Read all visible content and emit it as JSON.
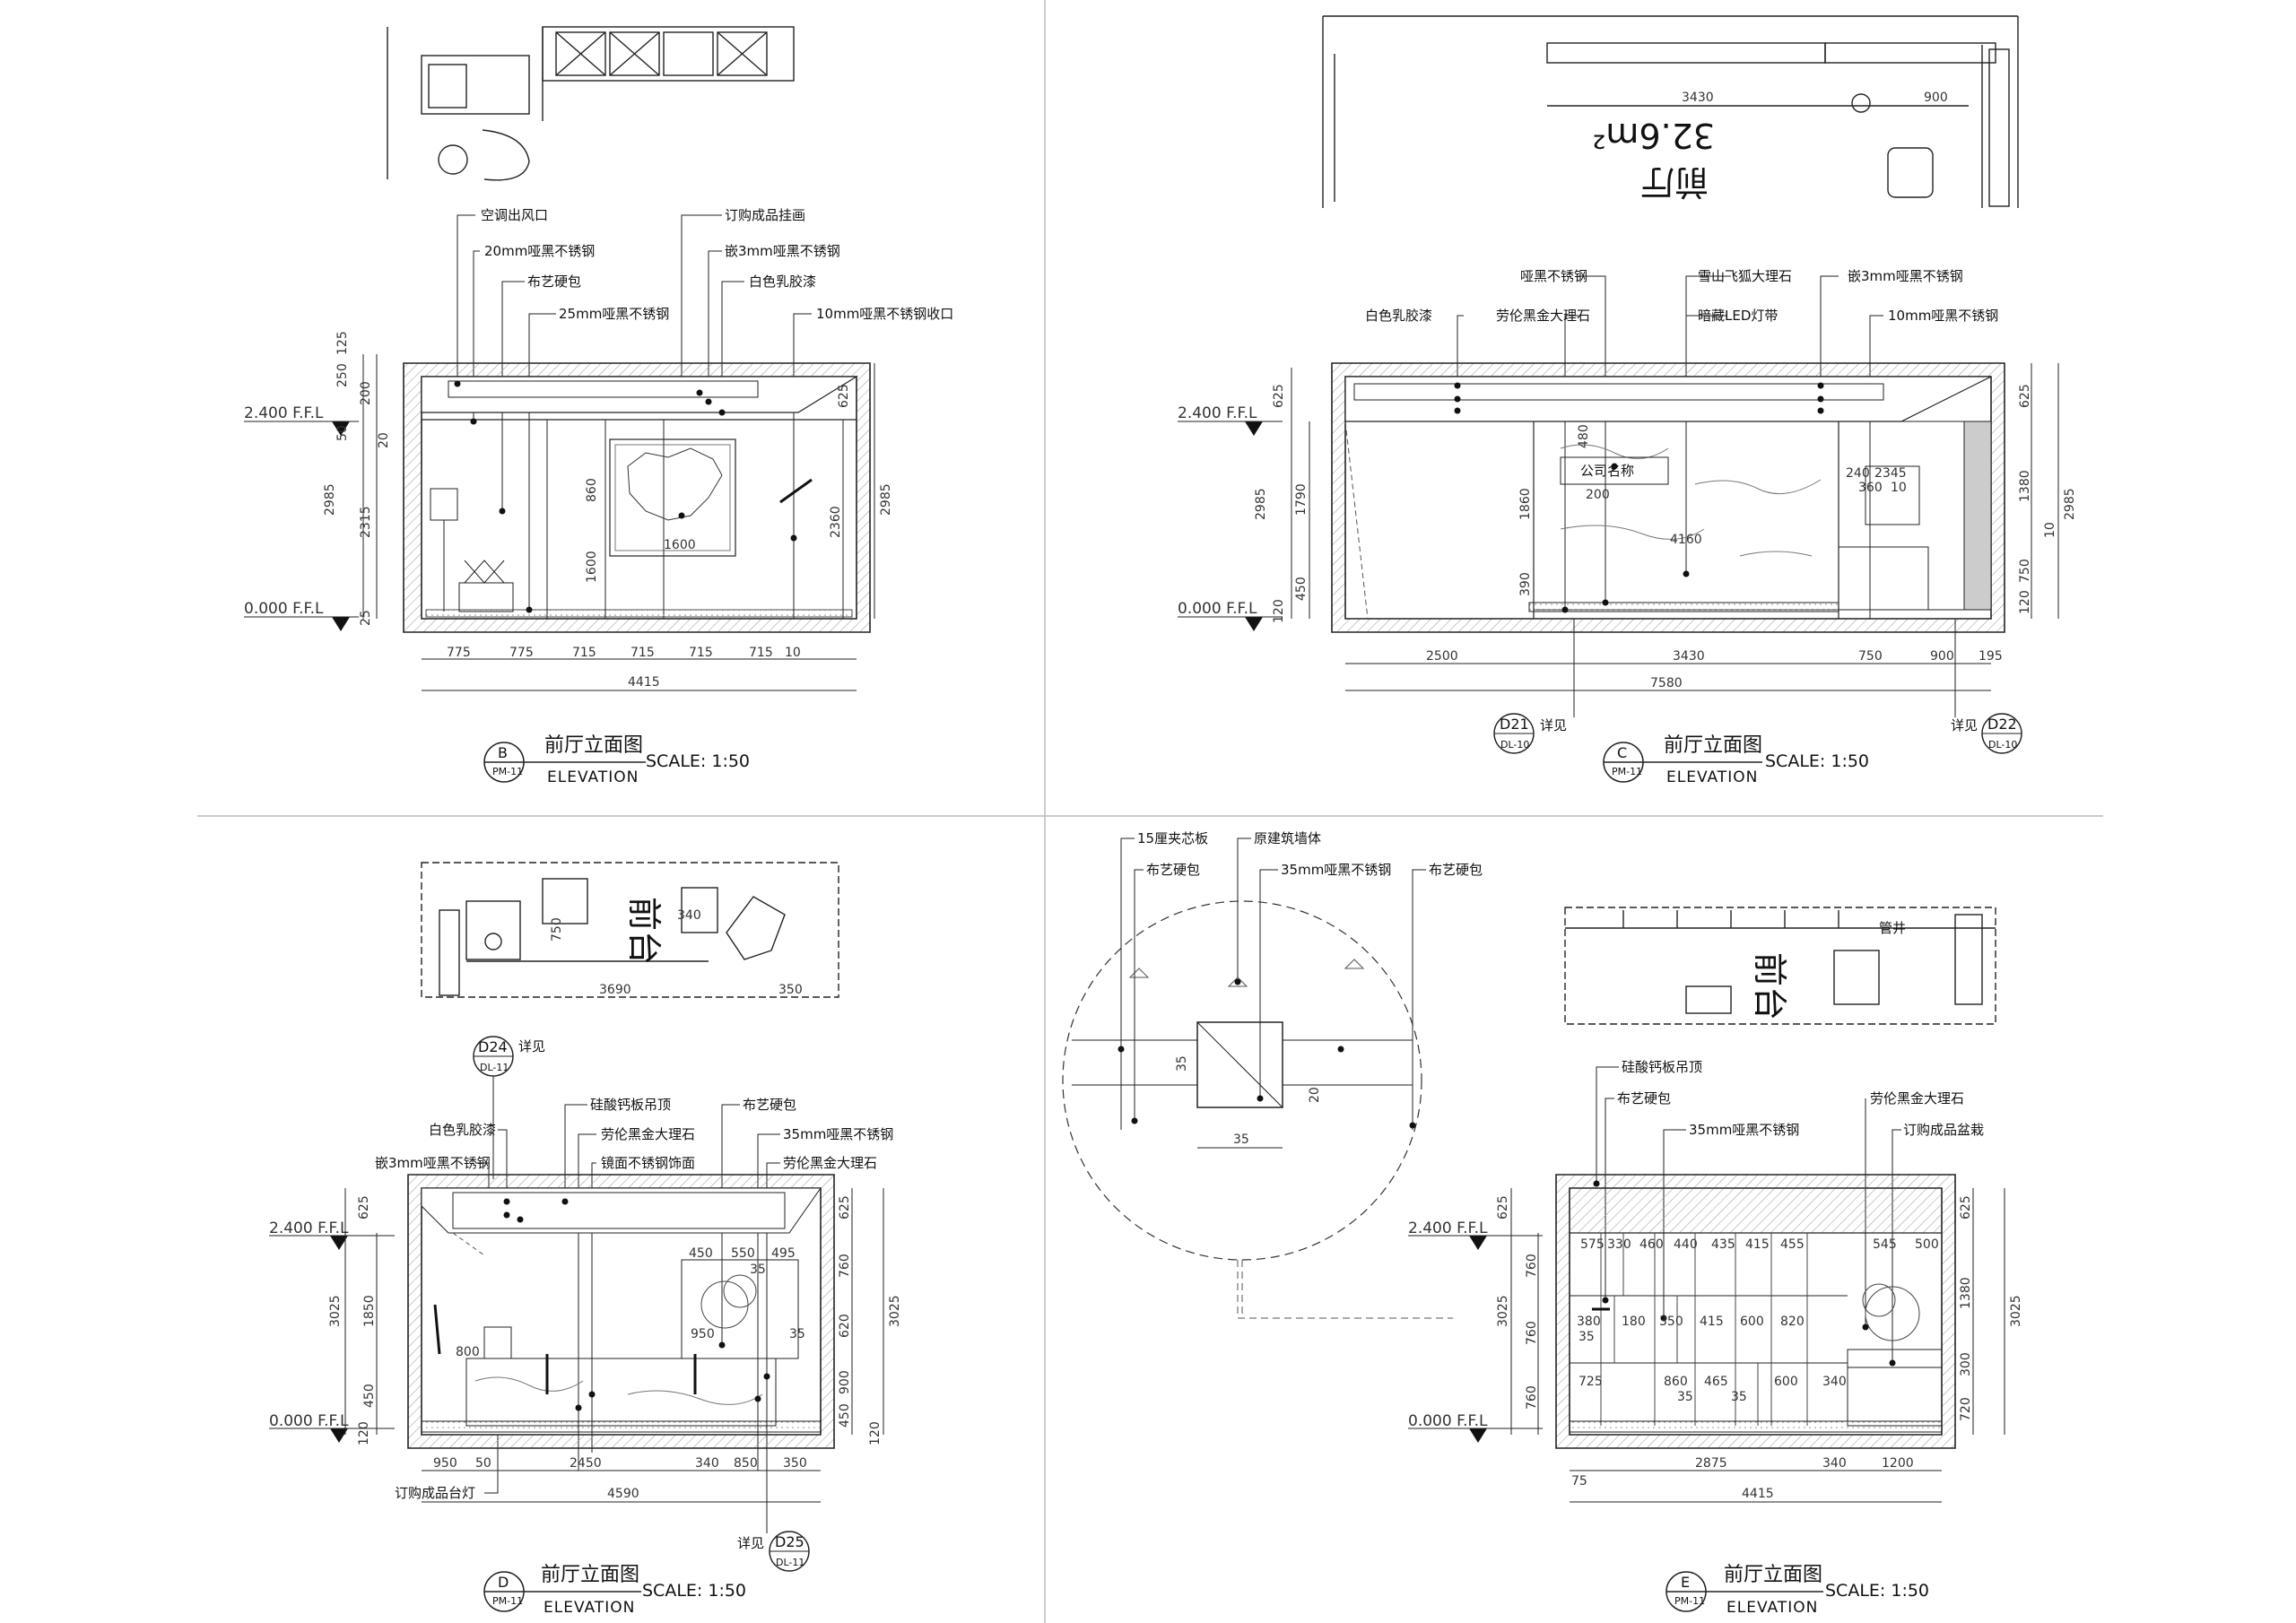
{
  "panels": {
    "B": {
      "id": "B",
      "ref": "PM-11",
      "title": "前厅立面图",
      "subtitle": "ELEVATION",
      "scale": "SCALE: 1:50",
      "labels": [
        "空调出风口",
        "20mm哑黑不锈钢",
        "布艺硬包",
        "25mm哑黑不锈钢",
        "订购成品挂画",
        "嵌3mm哑黑不锈钢",
        "白色乳胶漆",
        "10mm哑黑不锈钢收口"
      ],
      "levels": [
        "2.400 F.F.L",
        "0.000 F.F.L"
      ],
      "bottom_dims": [
        "775",
        "775",
        "715",
        "715",
        "715",
        "715",
        "10"
      ],
      "total": "4415",
      "left_dims": [
        "125",
        "250",
        "200",
        "50",
        "20",
        "2985",
        "2315",
        "25"
      ],
      "right_dims": [
        "625",
        "2360",
        "2985"
      ],
      "inner_dims": [
        "1600",
        "1600",
        "860"
      ]
    },
    "C": {
      "id": "C",
      "ref": "PM-11",
      "title": "前厅立面图",
      "subtitle": "ELEVATION",
      "scale": "SCALE: 1:50",
      "plan_room": "前厅",
      "plan_area": "32.6m²",
      "plan_dims": [
        "3430",
        "900"
      ],
      "labels": [
        "哑黑不锈钢",
        "雪山飞狐大理石",
        "嵌3mm哑黑不锈钢",
        "白色乳胶漆",
        "劳伦黑金大理石",
        "暗藏LED灯带",
        "10mm哑黑不锈钢"
      ],
      "company": "公司名称",
      "levels": [
        "2.400 F.F.L",
        "0.000 F.F.L"
      ],
      "bottom_dims": [
        "2500",
        "3430",
        "750",
        "900",
        "195"
      ],
      "total": "7580",
      "left_dims": [
        "625",
        "2985",
        "1790",
        "450",
        "120"
      ],
      "right_dims": [
        "625",
        "1380",
        "2985",
        "750",
        "120",
        "10"
      ],
      "inner_dims": [
        "480",
        "1860",
        "200",
        "4160",
        "390",
        "240",
        "2345",
        "360",
        "10"
      ],
      "details": [
        {
          "code": "D21",
          "ref": "DL-10",
          "note": "详见"
        },
        {
          "code": "D22",
          "ref": "DL-10",
          "note": "详见"
        }
      ]
    },
    "D": {
      "id": "D",
      "ref": "PM-11",
      "title": "前厅立面图",
      "subtitle": "ELEVATION",
      "scale": "SCALE: 1:50",
      "plan_room": "前台",
      "plan_dims": [
        "3690",
        "350",
        "340",
        "750"
      ],
      "labels": [
        "白色乳胶漆",
        "嵌3mm哑黑不锈钢",
        "硅酸钙板吊顶",
        "劳伦黑金大理石",
        "镜面不锈钢饰面",
        "布艺硬包",
        "35mm哑黑不锈钢",
        "劳伦黑金大理石",
        "订购成品台灯"
      ],
      "levels": [
        "2.400 F.F.L",
        "0.000 F.F.L"
      ],
      "bottom_dims": [
        "950",
        "50",
        "2450",
        "340",
        "850",
        "350"
      ],
      "total": "4590",
      "left_dims": [
        "625",
        "3025",
        "1850",
        "450",
        "120"
      ],
      "right_dims": [
        "625",
        "760",
        "620",
        "900",
        "450",
        "3025",
        "120"
      ],
      "inner_dims": [
        "450",
        "550",
        "495",
        "35",
        "950",
        "35",
        "800"
      ],
      "details": [
        {
          "code": "D24",
          "ref": "DL-11",
          "note": "详见"
        },
        {
          "code": "D25",
          "ref": "DL-11",
          "note": "详见"
        }
      ]
    },
    "E": {
      "id": "E",
      "ref": "PM-11",
      "title": "前厅立面图",
      "subtitle": "ELEVATION",
      "scale": "SCALE: 1:50",
      "plan_room": "前台",
      "plan_dims": [
        "管井"
      ],
      "labels": [
        "硅酸钙板吊顶",
        "布艺硬包",
        "35mm哑黑不锈钢",
        "劳伦黑金大理石",
        "订购成品盆栽"
      ],
      "levels": [
        "2.400 F.F.L",
        "0.000 F.F.L"
      ],
      "bottom_dims": [
        "75",
        "2875",
        "340",
        "1200"
      ],
      "total": "4415",
      "left_dims": [
        "625",
        "760",
        "3025",
        "760",
        "760"
      ],
      "right_dims": [
        "625",
        "1380",
        "3025",
        "300",
        "720"
      ],
      "row1": [
        "575",
        "330",
        "460",
        "440",
        "435",
        "415",
        "455",
        "545",
        "500"
      ],
      "row2": [
        "380",
        "180",
        "350",
        "415",
        "600",
        "820",
        "35"
      ],
      "row3": [
        "725",
        "860",
        "35",
        "465",
        "600",
        "340",
        "35"
      ]
    },
    "detail": {
      "labels": [
        "15厘夹芯板",
        "原建筑墙体",
        "布艺硬包",
        "35mm哑黑不锈钢",
        "布艺硬包"
      ],
      "dims": [
        "35",
        "35",
        "20"
      ]
    }
  }
}
